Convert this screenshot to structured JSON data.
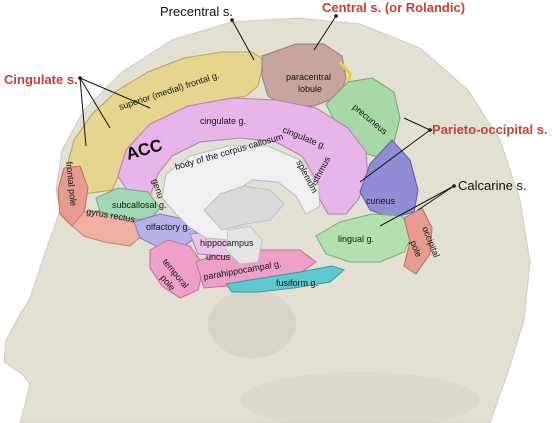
{
  "external_labels": {
    "precentral": "Precentral s.",
    "central": "Central s. (or Rolandic)",
    "cingulate_s": "Cingulate s.",
    "parieto_occipital": "Parieto-occipital s.",
    "calcarine": "Calcarine s."
  },
  "regions": {
    "superior_frontal": "superior (medial) frontal g.",
    "paracentral": "paracentral",
    "lobule": "lobule",
    "precuneus": "precuneus",
    "acc": "ACC",
    "cingulate_g1": "cingulate g.",
    "cingulate_g2": "cingulate g.",
    "corpus_callosum": "body of the corpus callosum",
    "splenium": "splenium",
    "genu": "genu",
    "frontal_pole": "frontal pole",
    "gyrus_rectus": "gyrus rectus",
    "subcallosal": "subcallosal g.",
    "olfactory": "olfactory g.",
    "isthmus": "isthmus",
    "cuneus": "cuneus",
    "lingual": "lingual g.",
    "occipital": "occipital",
    "pole": "pole",
    "hippocampus": "hippocampus",
    "uncus": "uncus",
    "parahippocampal": "parahippocampal g.",
    "fusiform": "fusiform g.",
    "temporal": "temporal",
    "temporal_pole_word": "pole"
  },
  "colors": {
    "head": "#e2dfd3",
    "frontal": "#e6d58f",
    "cingulate": "#e7b5e8",
    "paracentral": "#c7a59f",
    "precuneus": "#a6d8a8",
    "cuneus": "#8f8ed4",
    "lingual": "#b4e0b0",
    "frontal_pole": "#e79a92",
    "gyrus_rectus": "#efb0a2",
    "subcallosal": "#a2d7b6",
    "olfactory": "#b7b2e8",
    "temporal": "#efa0c8",
    "fusiform": "#5fc9cf",
    "callosum": "#f0f0f0",
    "accent_red": "#c9402f"
  }
}
